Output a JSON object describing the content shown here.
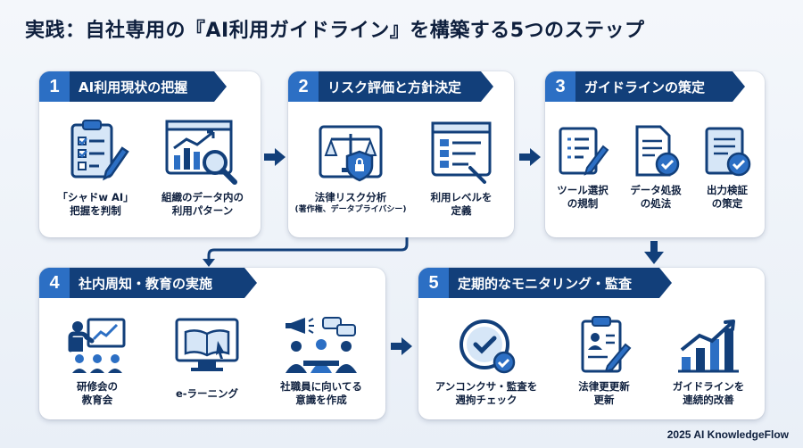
{
  "title": "実践：自社専用の『AI利用ガイドライン』を構築する5つのステップ",
  "steps": [
    {
      "number": "1",
      "heading": "AI利用現状の把握",
      "items": [
        {
          "line1": "「シャドw AI」",
          "line2": "把握を判制",
          "icon": "clipboard-checklist-icon"
        },
        {
          "line1": "組織のデータ内の",
          "line2": "利用パターン",
          "icon": "analytics-magnifier-icon"
        }
      ]
    },
    {
      "number": "2",
      "heading": "リスク評価と方針決定",
      "items": [
        {
          "line1": "法律リスク分析",
          "line2": "(著作権、データプライバシー)",
          "icon": "scales-shield-icon"
        },
        {
          "line1": "利用レベルを",
          "line2": "定義",
          "icon": "level-list-icon"
        }
      ]
    },
    {
      "number": "3",
      "heading": "ガイドラインの策定",
      "items": [
        {
          "line1": "ツール選択",
          "line2": "の規制",
          "icon": "checklist-pen-icon"
        },
        {
          "line1": "データ処扱",
          "line2": "の処法",
          "icon": "document-badge-icon"
        },
        {
          "line1": "出力検証",
          "line2": "の策定",
          "icon": "document-check-icon"
        }
      ]
    },
    {
      "number": "4",
      "heading": "社内周知・教育の実施",
      "items": [
        {
          "line1": "研修会の",
          "line2": "教育会",
          "icon": "presentation-icon"
        },
        {
          "line1": "e-ラーニング",
          "line2": "",
          "icon": "elearning-monitor-icon"
        },
        {
          "line1": "社職員に向いてる",
          "line2": "意識を作成",
          "icon": "megaphone-audience-icon"
        }
      ]
    },
    {
      "number": "5",
      "heading": "定期的なモニタリング・監査",
      "items": [
        {
          "line1": "アンコンクサ・監査を",
          "line2": "週拘チェック",
          "icon": "clock-check-icon"
        },
        {
          "line1": "法律更更新",
          "line2": "更新",
          "icon": "clipboard-person-icon"
        },
        {
          "line1": "ガイドラインを",
          "line2": "連続的改善",
          "icon": "growth-chart-icon"
        }
      ]
    }
  ],
  "footer": "2025 AI KnowledgeFlow",
  "colors": {
    "navy": "#123f7a",
    "accent": "#2c6fc4",
    "light": "#d6e6f7"
  }
}
